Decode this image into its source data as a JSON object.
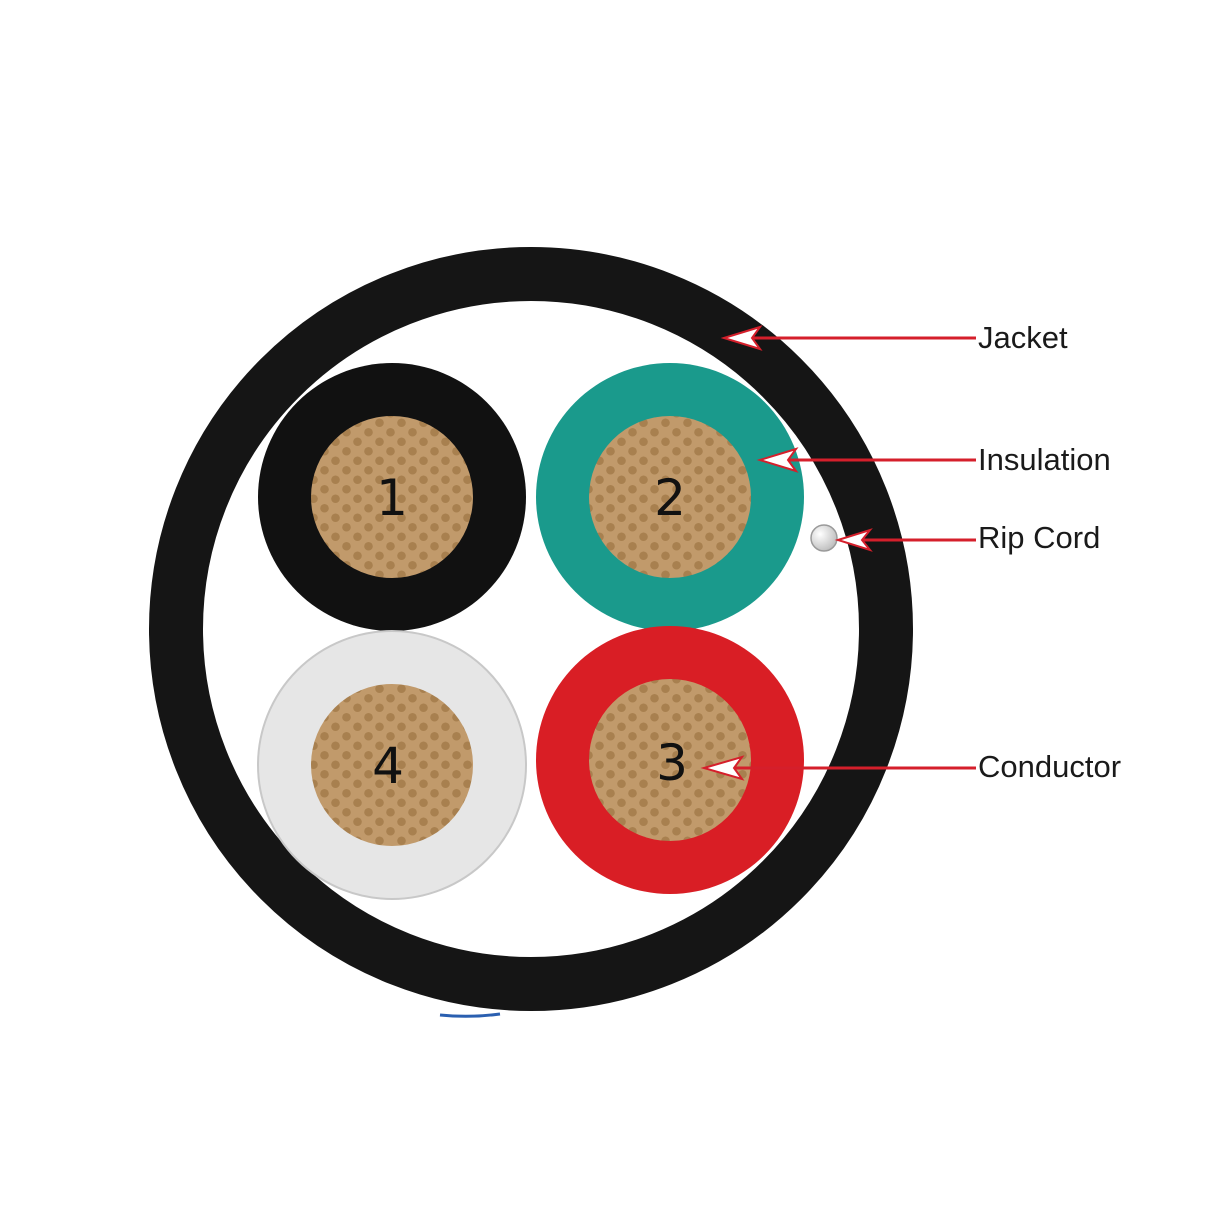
{
  "diagram": {
    "labels": {
      "jacket": "Jacket",
      "insulation": "Insulation",
      "rip_cord": "Rip Cord",
      "conductor": "Conductor"
    },
    "cores": [
      {
        "number": "1",
        "insulation_color": "#111111"
      },
      {
        "number": "2",
        "insulation_color": "#1a9a8c"
      },
      {
        "number": "3",
        "insulation_color": "#d91e25"
      },
      {
        "number": "4",
        "insulation_color": "#e6e6e6"
      }
    ],
    "colors": {
      "jacket": "#151515",
      "conductor": "#c19a6b",
      "strand": "#a8804f",
      "leader": "#d51f2b",
      "rip_cord": "#d9d9d9"
    }
  }
}
